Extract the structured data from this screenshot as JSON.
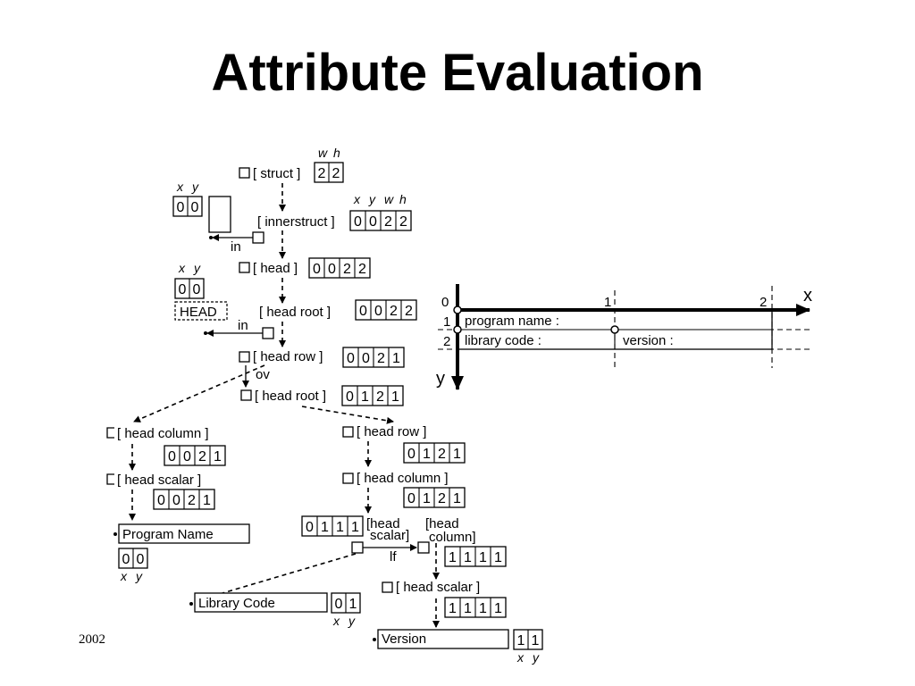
{
  "slide": {
    "title": "Attribute Evaluation",
    "footer_year": "2002"
  },
  "labels": {
    "struct": "[ struct ]",
    "innerstruct": "[ innerstruct ]",
    "head": "[ head ]",
    "head_root": "[ head root ]",
    "head_row": "[ head row ]",
    "head_column": "[ head column ]",
    "head_scalar": "[ head scalar ]",
    "head_bracket": "[head",
    "scalar_close": "scalar]",
    "column_close": "column]",
    "HEAD": "HEAD",
    "in": "in",
    "ov": "ov",
    "lf": "lf",
    "program_name": "Program Name",
    "library_code": "Library Code",
    "version": "Version"
  },
  "vars": {
    "x": "x",
    "y": "y",
    "w": "w",
    "h": "h"
  },
  "values": {
    "struct": [
      "2",
      "2"
    ],
    "innerstruct": [
      "0",
      "0",
      "2",
      "2"
    ],
    "head": [
      "0",
      "0",
      "2",
      "2"
    ],
    "head_root": [
      "0",
      "0",
      "2",
      "2"
    ],
    "head_row": [
      "0",
      "0",
      "2",
      "1"
    ],
    "head_root_2": [
      "0",
      "1",
      "2",
      "1"
    ],
    "head_column_left": [
      "0",
      "0",
      "2",
      "1"
    ],
    "head_scalar_left": [
      "0",
      "0",
      "2",
      "1"
    ],
    "head_row_right": [
      "0",
      "1",
      "2",
      "1"
    ],
    "head_column_right": [
      "0",
      "1",
      "2",
      "1"
    ],
    "side_values": [
      "0",
      "1",
      "1",
      "1"
    ],
    "column_sub": [
      "1",
      "1",
      "1",
      "1"
    ],
    "head_scalar_right": [
      "1",
      "1",
      "1",
      "1"
    ],
    "top_xy": [
      "0",
      "0"
    ],
    "head_xy": [
      "0",
      "0"
    ],
    "program_name_xy": [
      "0",
      "0"
    ],
    "library_code_xy": [
      "0",
      "1"
    ],
    "version_xy": [
      "1",
      "1"
    ]
  },
  "grid": {
    "axis_x": "x",
    "axis_y": "y",
    "col_ticks": [
      "0",
      "1",
      "2"
    ],
    "row_ticks": [
      "1",
      "2"
    ],
    "cells": {
      "program_name": "program name :",
      "library_code": "library code :",
      "version": "version :"
    }
  }
}
